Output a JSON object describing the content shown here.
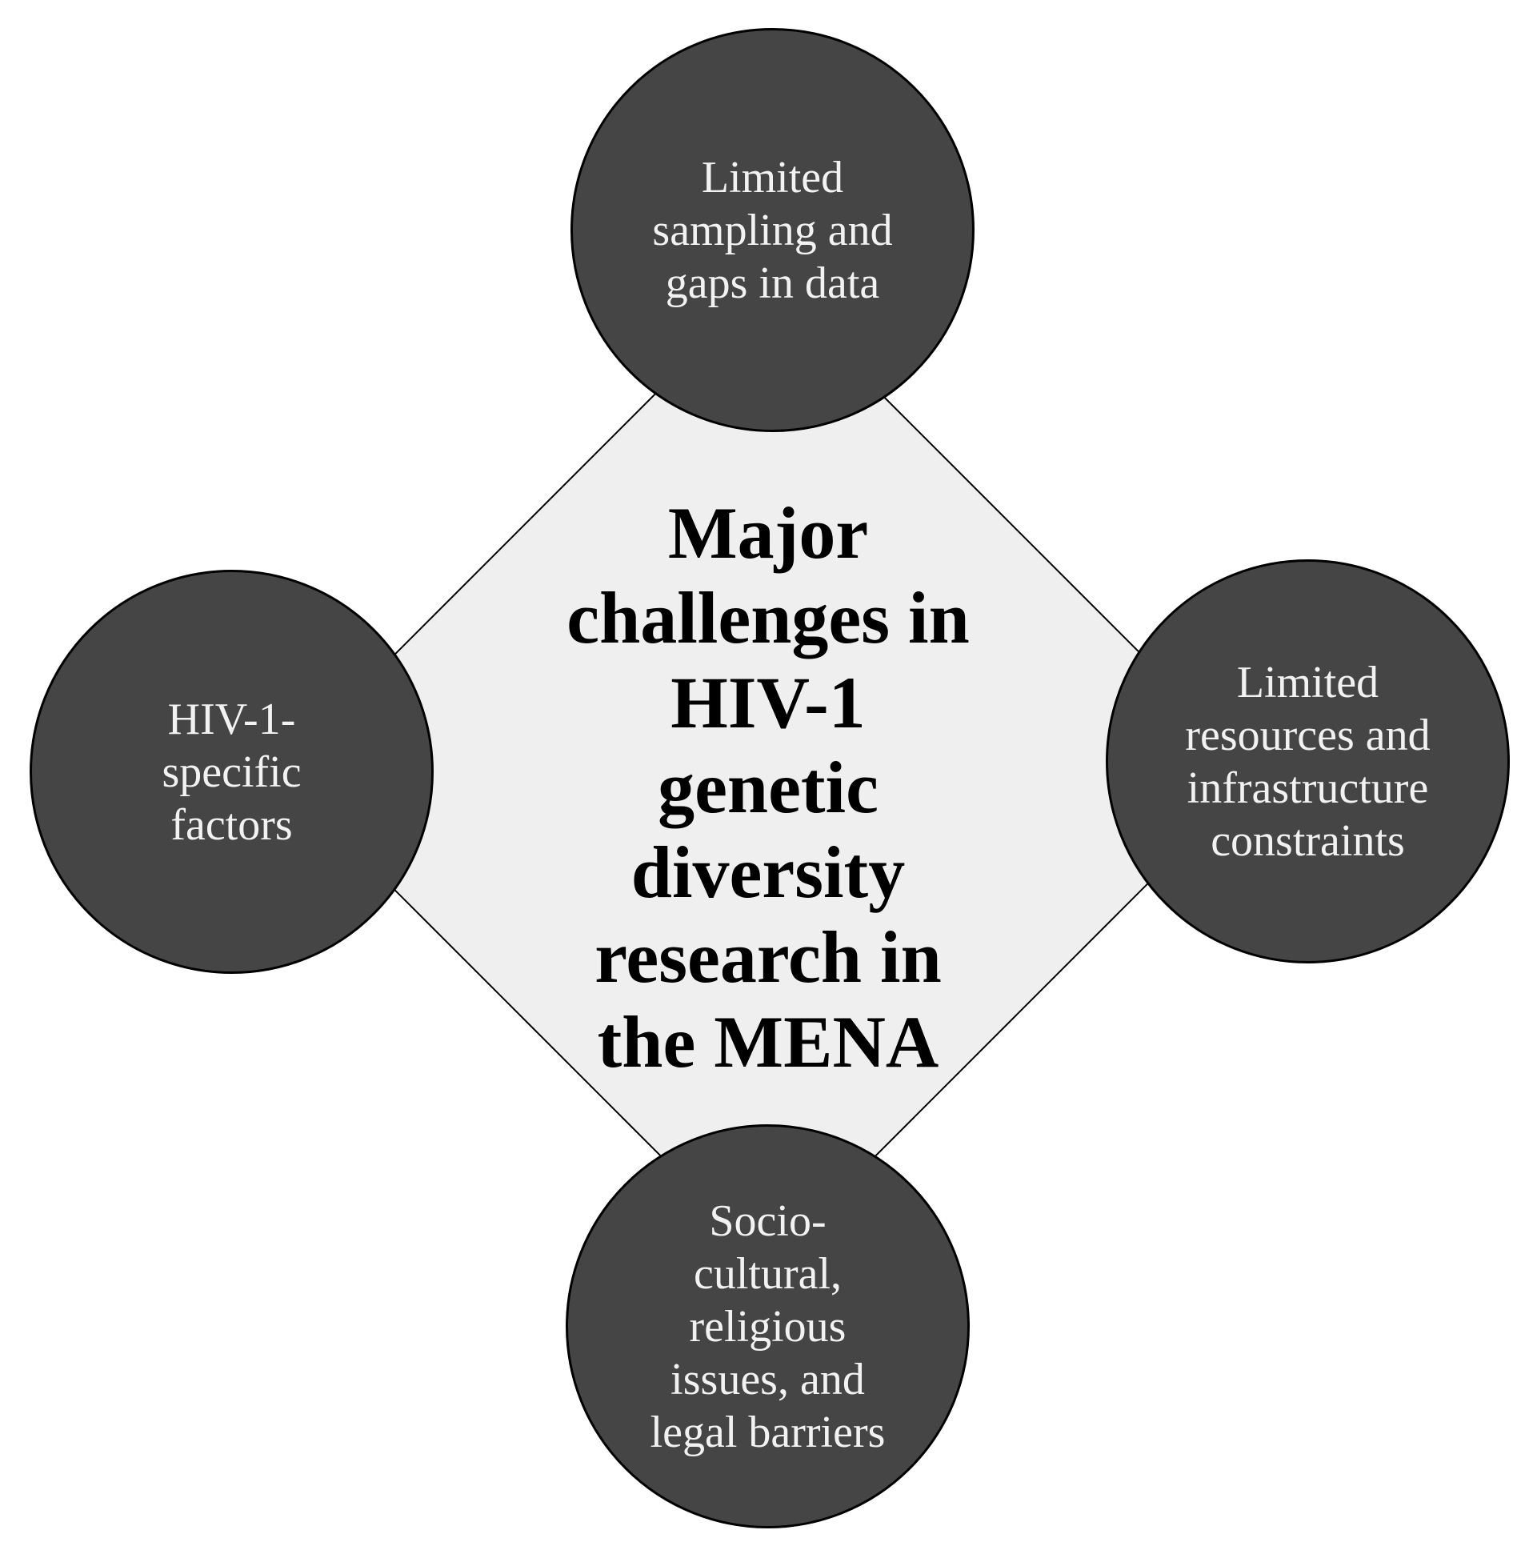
{
  "diagram": {
    "title": "Major challenges in HIV-1 genetic diversity research in the MENA",
    "center": {
      "label": "Major challenges in HIV-1 genetic diversity research in the MENA",
      "lines": [
        "Major",
        "challenges in",
        "HIV-1",
        "genetic",
        "diversity",
        "research in",
        "the MENA"
      ]
    },
    "nodes": [
      {
        "id": "top",
        "label": "Limited sampling and gaps in data",
        "lines": [
          "Limited",
          "sampling and",
          "gaps in data"
        ]
      },
      {
        "id": "right",
        "label": "Limited resources and infrastructure constraints",
        "lines": [
          "Limited",
          "resources and",
          "infrastructure",
          "constraints"
        ]
      },
      {
        "id": "bottom",
        "label": "Socio-cultural, religious issues, and legal barriers",
        "lines": [
          "Socio-",
          "cultural,",
          "religious",
          "issues, and",
          "legal barriers"
        ]
      },
      {
        "id": "left",
        "label": "HIV-1-specific factors",
        "lines": [
          "HIV-1-",
          "specific",
          "factors"
        ]
      }
    ],
    "colors": {
      "background": "#ffffff",
      "circle_fill": "#454545",
      "circle_border": "#000000",
      "circle_text": "#f2f2f2",
      "diamond_fill": "#efefef",
      "diamond_border": "#000000",
      "center_text": "#000000"
    }
  }
}
